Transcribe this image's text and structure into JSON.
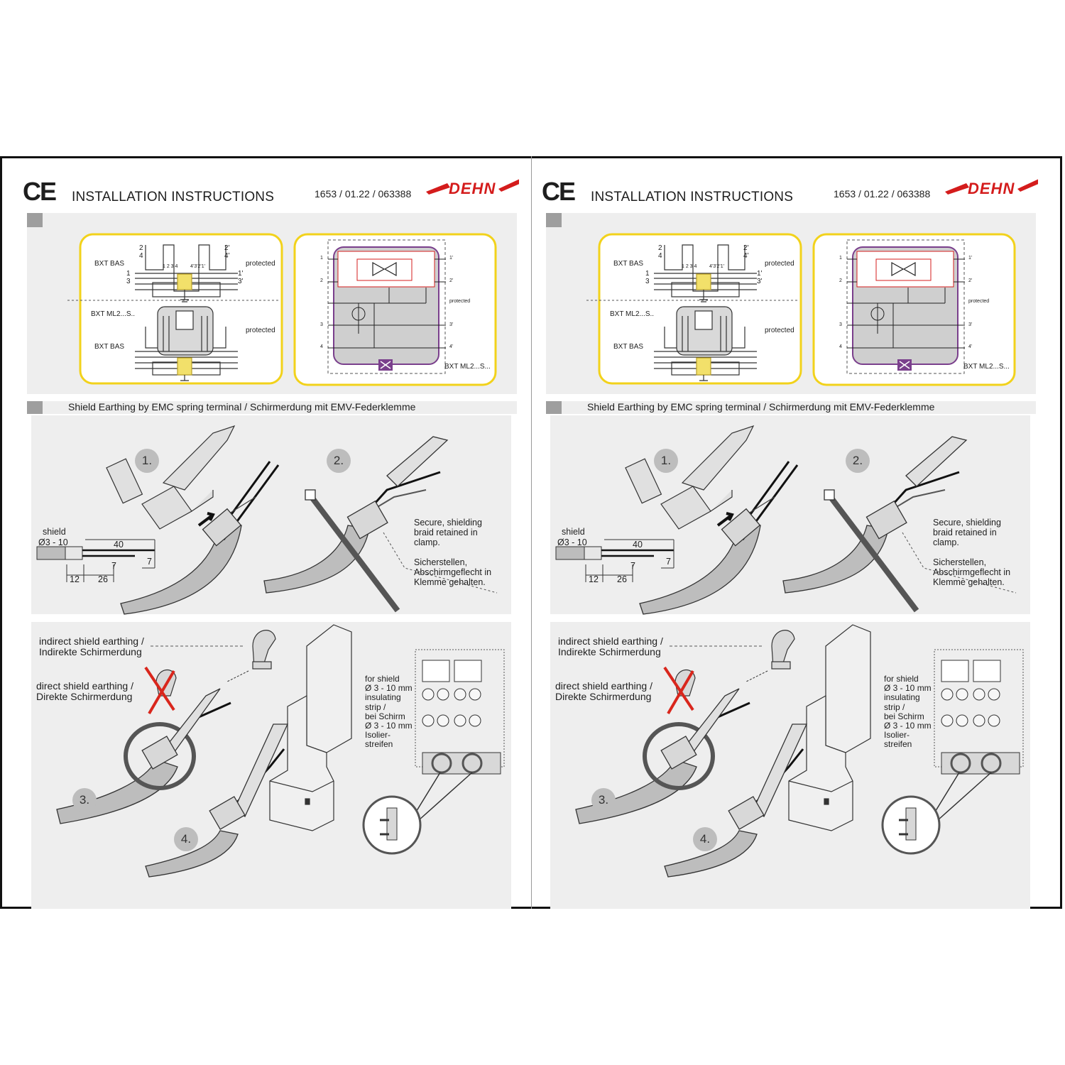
{
  "pages": [
    {
      "ce_mark": "CE",
      "title": "INSTALLATION INSTRUCTIONS",
      "doc_number": "1653 / 01.22 / 063388",
      "logo_text": "DEHN",
      "schematic_left": {
        "upper_device": "BXT BAS",
        "upper_protected": "protected",
        "terminals_left_top": "2",
        "terminals_left_top2": "4",
        "terminals_left_bot": "1",
        "terminals_left_bot2": "3",
        "terminals_right_top": "2'",
        "terminals_right_top2": "4'",
        "terminals_right_bot": "1'",
        "terminals_right_bot2": "3'",
        "pins_left": "1 2 3 4",
        "pins_right": "4'3'2'1'",
        "module_label": "BXT ML2...S..",
        "lower_device": "BXT BAS",
        "lower_protected": "protected"
      },
      "schematic_right": {
        "pin1": "1",
        "pin2": "2",
        "pin3": "3",
        "pin4": "4",
        "pin1p": "1'",
        "pin2p": "2'",
        "pin3p": "3'",
        "pin4p": "4'",
        "protected": "protected",
        "module_label": "BXT ML2...S..."
      },
      "section_title": "Shield Earthing by EMC spring terminal / Schirmerdung mit EMV-Federklemme",
      "step1": "1.",
      "step2": "2.",
      "step3": "3.",
      "step4": "4.",
      "dims": {
        "shield": "shield",
        "diameter": "Ø3 - 10",
        "d40": "40",
        "d7a": "7",
        "d7b": "7",
        "d12": "12",
        "d26": "26"
      },
      "secure_en": "Secure, shielding\nbraid retained in\nclamp.",
      "secure_de": "Sicherstellen,\nAbschirmgeflecht in\nKlemme gehalten.",
      "indirect": "indirect shield earthing /\nIndirekte Schirmerdung",
      "direct": "direct shield earthing /\nDirekte Schirmerdung",
      "strip_note": "for shield\nØ 3 - 10 mm\ninsulating\nstrip /\nbei Schirm\nØ 3 - 10 mm\nIsolier-\nstreifen"
    },
    {
      "ce_mark": "CE",
      "title": "INSTALLATION INSTRUCTIONS",
      "doc_number": "1653 / 01.22 / 063388",
      "logo_text": "DEHN",
      "schematic_left": {
        "upper_device": "BXT BAS",
        "upper_protected": "protected",
        "terminals_left_top": "2",
        "terminals_left_top2": "4",
        "terminals_left_bot": "1",
        "terminals_left_bot2": "3",
        "terminals_right_top": "2'",
        "terminals_right_top2": "4'",
        "terminals_right_bot": "1'",
        "terminals_right_bot2": "3'",
        "pins_left": "1 2 3 4",
        "pins_right": "4'3'2'1'",
        "module_label": "BXT ML2...S..",
        "lower_device": "BXT BAS",
        "lower_protected": "protected"
      },
      "schematic_right": {
        "pin1": "1",
        "pin2": "2",
        "pin3": "3",
        "pin4": "4",
        "pin1p": "1'",
        "pin2p": "2'",
        "pin3p": "3'",
        "pin4p": "4'",
        "protected": "protected",
        "module_label": "BXT ML2...S..."
      },
      "section_title": "Shield Earthing by EMC spring terminal / Schirmerdung mit EMV-Federklemme",
      "step1": "1.",
      "step2": "2.",
      "step3": "3.",
      "step4": "4.",
      "dims": {
        "shield": "shield",
        "diameter": "Ø3 - 10",
        "d40": "40",
        "d7a": "7",
        "d7b": "7",
        "d12": "12",
        "d26": "26"
      },
      "secure_en": "Secure, shielding\nbraid retained in\nclamp.",
      "secure_de": "Sicherstellen,\nAbschirmgeflecht in\nKlemme gehalten.",
      "indirect": "indirect shield earthing /\nIndirekte Schirmerdung",
      "direct": "direct shield earthing /\nDirekte Schirmerdung",
      "strip_note": "for shield\nØ 3 - 10 mm\ninsulating\nstrip /\nbei Schirm\nØ 3 - 10 mm\nIsolier-\nstreifen"
    }
  ],
  "colors": {
    "panel_bg": "#eeeeee",
    "section_bar": "#9e9e9e",
    "yellow_border": "#f2d21b",
    "logo_red": "#d41c1c",
    "module_purple": "#7a3f8c",
    "red_cross": "#d9261c"
  }
}
